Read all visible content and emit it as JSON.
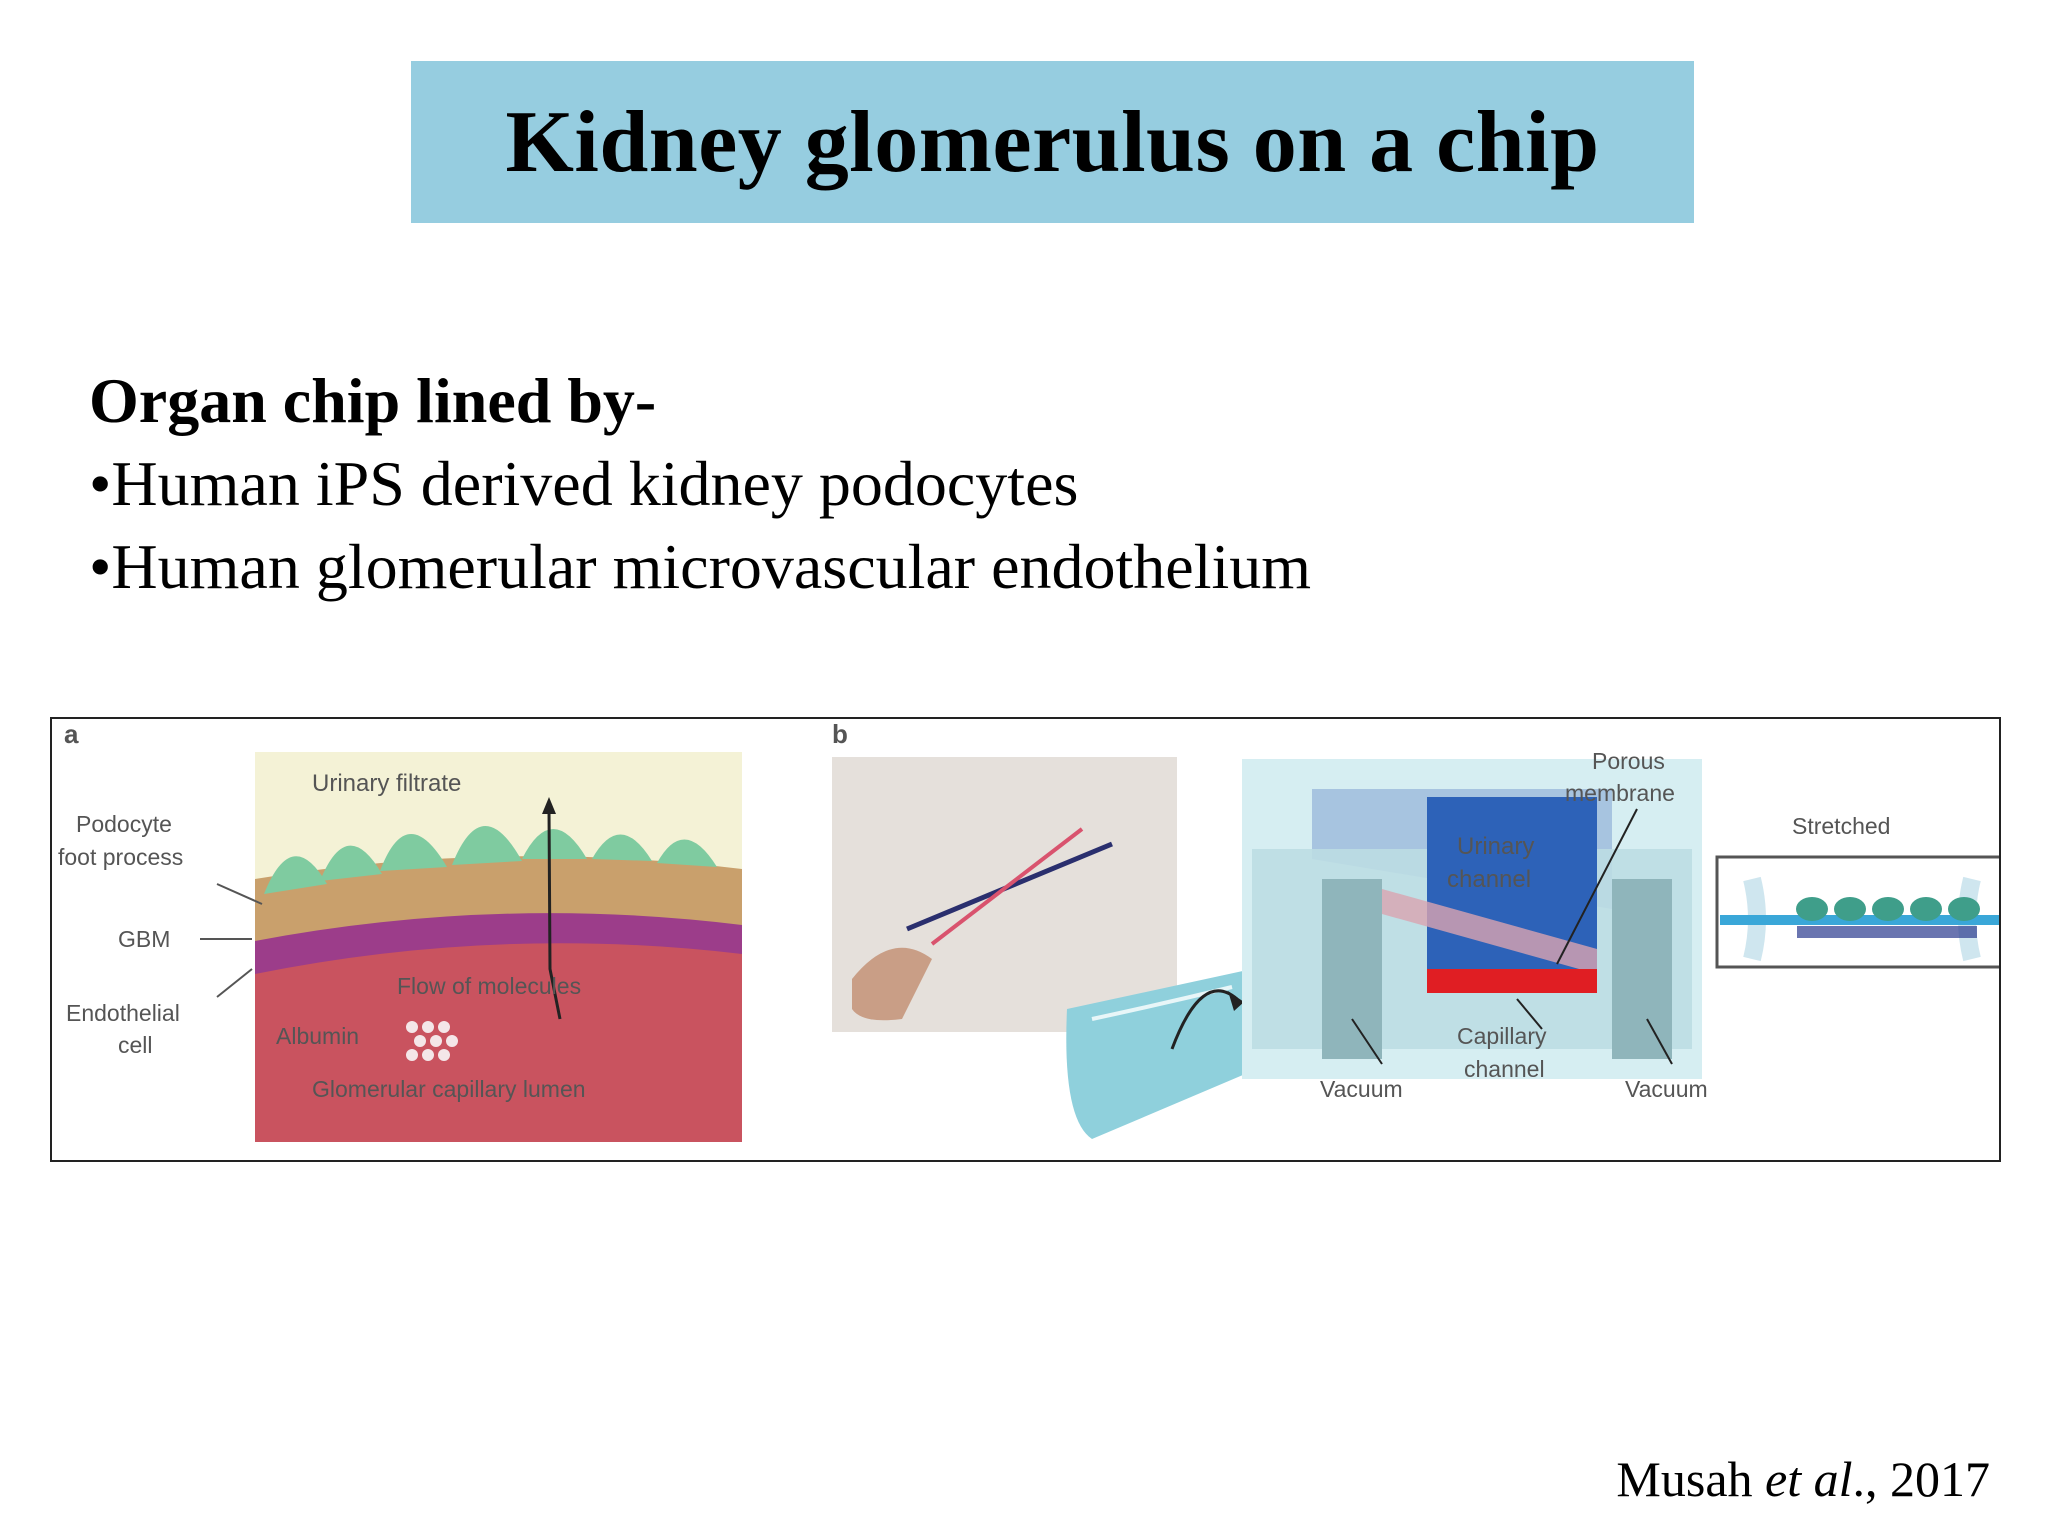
{
  "slide": {
    "title": "Kidney glomerulus on a chip",
    "heading": "Organ chip lined by-",
    "bullets": [
      "•Human iPS derived kidney podocytes",
      "•Human glomerular microvascular endothelium"
    ],
    "citation": {
      "author": "Musah ",
      "etal": "et al",
      "year": "., 2017"
    }
  },
  "figure": {
    "panel_a": {
      "letter": "a",
      "labels": {
        "urinary_filtrate": "Urinary filtrate",
        "podocyte_1": "Podocyte",
        "podocyte_2": "foot process",
        "gbm": "GBM",
        "endothelial_1": "Endothelial",
        "endothelial_2": "cell",
        "flow": "Flow of molecules",
        "albumin": "Albumin",
        "lumen": "Glomerular capillary lumen"
      }
    },
    "panel_b": {
      "letter": "b",
      "labels": {
        "porous_1": "Porous",
        "porous_2": "membrane",
        "urinary_1": "Urinary",
        "urinary_2": "channel",
        "capillary_1": "Capillary",
        "capillary_2": "channel",
        "vacuum_left": "Vacuum",
        "vacuum_right": "Vacuum",
        "stretched": "Stretched"
      }
    }
  }
}
